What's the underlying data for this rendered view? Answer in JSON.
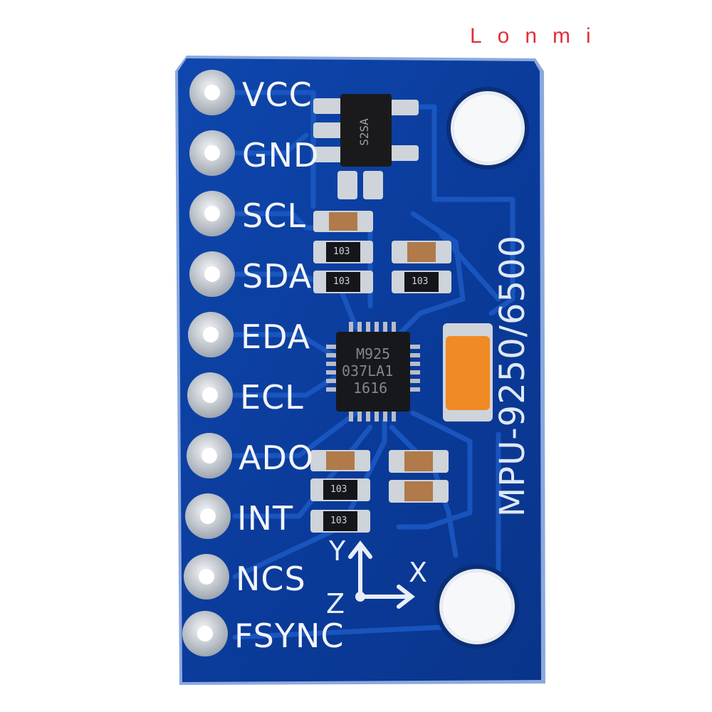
{
  "watermark": "Lonmi",
  "pins": [
    "VCC",
    "GND",
    "SCL",
    "SDA",
    "EDA",
    "ECL",
    "ADO",
    "INT",
    "NCS",
    "FSYNC"
  ],
  "model_label": "MPU-9250/6500",
  "chip_marking": [
    "M925",
    "037LA1",
    "1616"
  ],
  "regulator_marking": "S2SA",
  "resistor_marking": "103",
  "axes": {
    "y": "Y",
    "x": "X",
    "z": "Z"
  },
  "colors": {
    "pcb": "#0b3fa0",
    "silk": "#f2f4f8",
    "pad": "#d9dde3",
    "tantalum": "#f08a24"
  }
}
